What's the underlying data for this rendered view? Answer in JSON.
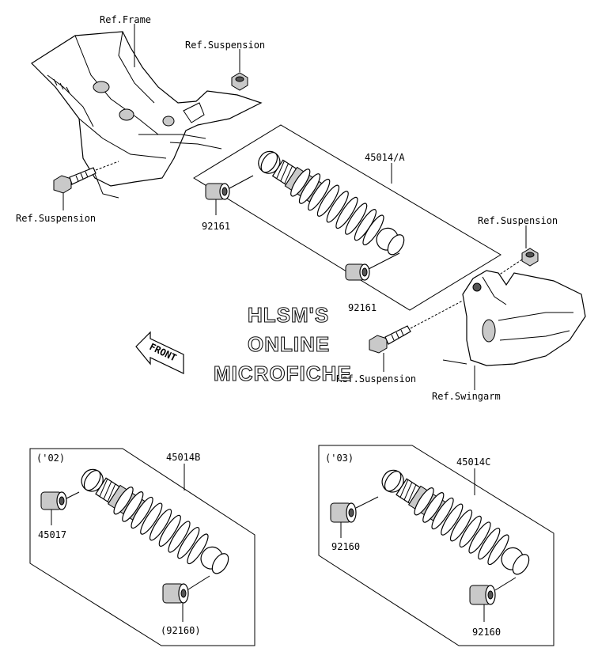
{
  "labels": {
    "ref_frame": "Ref.Frame",
    "ref_suspension_top": "Ref.Suspension",
    "ref_suspension_left": "Ref.Suspension",
    "ref_suspension_right": "Ref.Suspension",
    "ref_suspension_bolt": "Ref.Suspension",
    "ref_swingarm": "Ref.Swingarm",
    "part_45014A": "45014/A",
    "part_92161_left": "92161",
    "part_92161_right": "92161",
    "front_arrow": "FRONT",
    "box_b_year": "('02)",
    "part_45014B": "45014B",
    "part_45017": "45017",
    "part_92160_b": "(92160)",
    "box_c_year": "('03)",
    "part_45014C": "45014C",
    "part_92160_c_left": "92160",
    "part_92160_c_right": "92160"
  },
  "watermark": {
    "line1": "HLSM'S",
    "line2": "ONLINE",
    "line3": "MICROFICHE"
  }
}
